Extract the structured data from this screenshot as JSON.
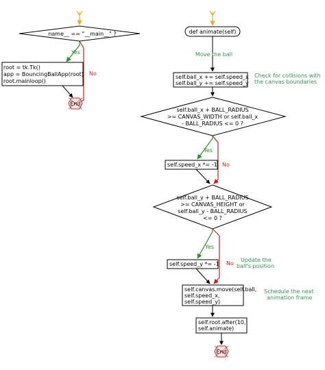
{
  "left": {
    "decision": "__name__ == \"__main__\" ?",
    "yes": "Yes",
    "no": "No",
    "process": [
      "root = tk.Tk()",
      "app = BouncingBallApp(root)",
      "root.mainloop()"
    ],
    "end": "End"
  },
  "right": {
    "start": "def animate(self)",
    "comment_move": "Move the ball",
    "process_move": [
      "self.ball_x += self.speed_x",
      "self.ball_y += self.speed_y"
    ],
    "note_collision": [
      "Check for collisions with",
      "the canvas boundaries"
    ],
    "decision_x": [
      "self.ball_x + BALL_RADIUS",
      ">= CANVAS_WIDTH or self.ball_x",
      "- BALL_RADIUS <= 0 ?"
    ],
    "yes_x": "Yes",
    "no_x": "No",
    "process_speed_x": "self.speed_x *= -1",
    "decision_y": [
      "self.ball_y + BALL_RADIUS",
      ">= CANVAS_HEIGHT or",
      "self.ball_y - BALL_RADIUS",
      "<= 0 ?"
    ],
    "yes_y": "Yes",
    "no_y": "No",
    "process_speed_y": "self.speed_y *= -1",
    "note_update": [
      "Update the",
      "ball's position"
    ],
    "process_canvas": [
      "self.canvas.move(self.ball,",
      "self.speed_x,",
      "self.speed_y)"
    ],
    "note_schedule": [
      "Schedule the next",
      "animation frame"
    ],
    "process_after": [
      "self.root.after(10,",
      "self.animate)"
    ],
    "end": "End"
  },
  "colors": {
    "entry_arrow": "#f5a623",
    "yes_line": "#2e8b2e",
    "no_line": "#cc1f1f",
    "note": "#3a8f5a",
    "end_fill": "#fbeaea",
    "end_stroke": "#cc1f1f"
  }
}
